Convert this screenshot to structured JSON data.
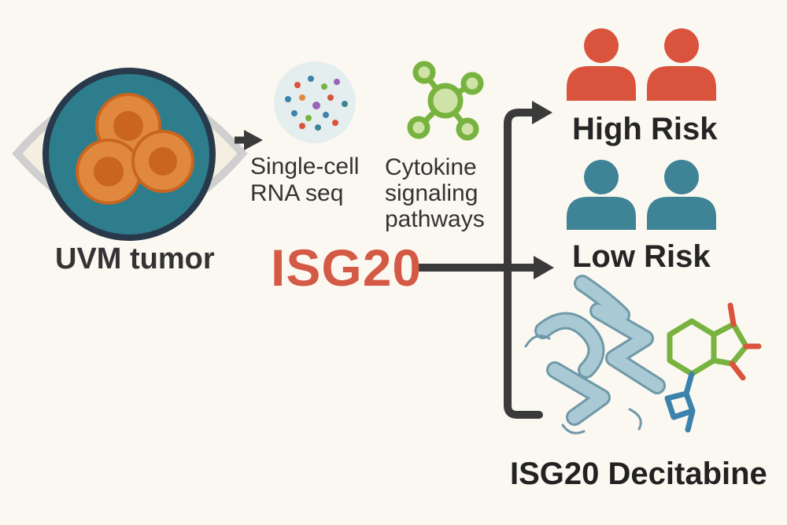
{
  "labels": {
    "tumor": "UVM tumor",
    "scrna_line1": "Single-cell",
    "scrna_line2": "RNA seq",
    "cytokine_line1": "Cytokine",
    "cytokine_line2": "signaling",
    "cytokine_line3": "pathways",
    "gene": "ISG20",
    "high_risk": "High Risk",
    "low_risk": "Low Risk",
    "drug": "ISG20 Decitabine"
  },
  "colors": {
    "background": "#fbf8f1",
    "eye_outline": "#cfcfcf",
    "eye_fill": "#f4efe0",
    "iris": "#2e7d8c",
    "cell_outer": "#e0893e",
    "cell_inner": "#c9651e",
    "gene_text": "#d45a45",
    "arrow": "#3a3a3a",
    "high_risk": "#d9533d",
    "low_risk": "#3f8396",
    "protein": "#a9c9d4",
    "molecule_green": "#79b33f",
    "molecule_red": "#d9533d",
    "molecule_blue": "#3b83ad"
  },
  "icons": {
    "tumor": "eye-icon",
    "scrna": "cell-dots-icon",
    "network": "network-node-icon",
    "high_risk": "people-icon",
    "low_risk": "people-icon",
    "protein": "protein-ribbon-icon",
    "molecule": "molecule-icon"
  }
}
